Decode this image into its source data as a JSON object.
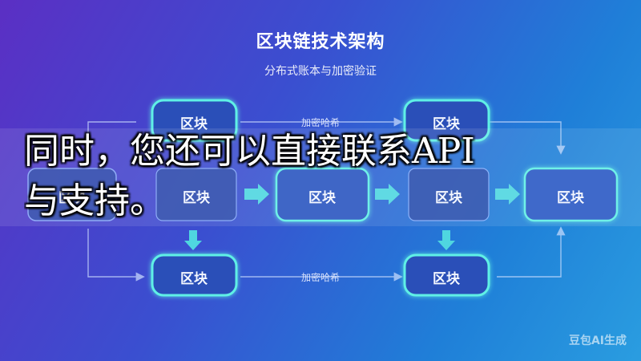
{
  "title": "区块链技术架构",
  "subtitle": "分布式账本与加密验证",
  "nodes": {
    "top_left": "区块",
    "top_right": "区块",
    "mid_1": "区块",
    "mid_2": "区块",
    "mid_3": "区块",
    "mid_4": "区块",
    "mid_5": "区块",
    "bottom_left": "区块",
    "bottom_right": "区块"
  },
  "edges": {
    "top_label": "加密哈希",
    "bottom_label": "加密哈希"
  },
  "overlay": {
    "line1": "同时，您还可以直接联系API",
    "line2": "与支持。"
  },
  "watermark": "豆包AI生成",
  "colors": {
    "accent_cyan": "#5ff0e6",
    "box_fill": "#2b4fb8"
  }
}
